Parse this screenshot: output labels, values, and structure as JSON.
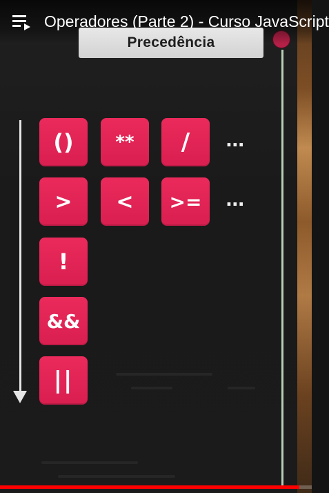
{
  "player": {
    "title": "Operadores (Parte 2) - Curso JavaScript",
    "playlist_icon": "playlist-icon",
    "progress": 0.96,
    "progress_color": "#ff0000"
  },
  "slide": {
    "heading": "Precedência",
    "accent_color": "#e8295a",
    "operators_row1": [
      "()",
      "**",
      "/"
    ],
    "operators_row2": [
      ">",
      "<",
      ">="
    ],
    "operator_not": "!",
    "operator_and": "&&",
    "operator_or": "||",
    "ellipsis": "..."
  }
}
